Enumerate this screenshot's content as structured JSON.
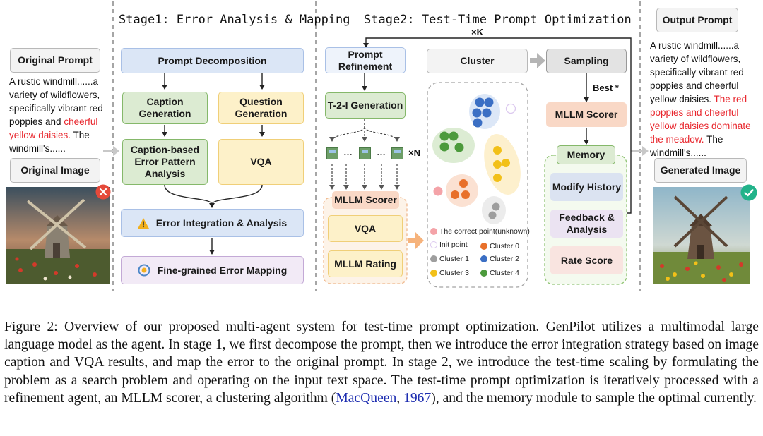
{
  "left": {
    "original_prompt_label": "Original Prompt",
    "original_prompt_text": "A rustic windmill......a variety of wildflowers, specifically vibrant red poppies and ",
    "original_prompt_red": "cheerful yellow daisies.",
    "original_prompt_tail": " The windmill's......",
    "original_image_label": "Original Image"
  },
  "stage1": {
    "title": "Stage1: Error Analysis & Mapping",
    "prompt_decomposition": "Prompt Decomposition",
    "caption_generation": "Caption Generation",
    "question_generation": "Question Generation",
    "caption_error": "Caption-based Error Pattern Analysis",
    "vqa": "VQA",
    "error_integration": "Error Integration & Analysis",
    "error_mapping": "Fine-grained Error Mapping"
  },
  "stage2": {
    "title": "Stage2: Test-Time Prompt Optimization",
    "loop_label": "×K",
    "prompt_refinement": "Prompt Refinement",
    "t2i": "T-2-I Generation",
    "times_n": "×N",
    "scorer_title": "MLLM Scorer",
    "scorer_vqa": "VQA",
    "scorer_rating": "MLLM Rating",
    "cluster": "Cluster",
    "sampling": "Sampling",
    "best": "Best *",
    "mllm_scorer": "MLLM Scorer",
    "memory": "Memory",
    "modify_history": "Modify History",
    "feedback": "Feedback & Analysis",
    "rate_score": "Rate Score",
    "legend": {
      "correct": "The correct point(unknown)",
      "init": "Init point",
      "c0": "Cluster 0",
      "c1": "Cluster 1",
      "c2": "Cluster 2",
      "c3": "Cluster 3",
      "c4": "Cluster 4"
    }
  },
  "right": {
    "output_prompt_label": "Output Prompt",
    "output_prompt_text": "A rustic windmill......a variety of wildflowers, specifically vibrant red poppies and cheerful yellow daisies. ",
    "output_prompt_red": "The red poppies and cheerful yellow daisies dominate the meadow.",
    "output_prompt_tail": " The windmill's......",
    "generated_image_label": "Generated Image"
  },
  "caption": {
    "main": "Figure 2: Overview of our proposed multi-agent system for test-time prompt optimization. GenPilot utilizes a multimodal large language model as the agent. In stage 1, we first decompose the prompt, then we introduce the error integration strategy based on image caption and VQA results, and map the error to the original prompt. In stage 2, we introduce the test-time scaling by formulating the problem as a search problem and operating on the input text space. The test-time prompt optimization is iteratively processed with a refinement agent, an MLLM scorer, a clustering algorithm (",
    "cite_author": "MacQueen",
    "cite_sep": ", ",
    "cite_year": "1967",
    "tail": "), and the memory module to sample the optimal currently."
  },
  "colors": {
    "red_text": "#e8262d",
    "cluster0": "#e8702a",
    "cluster1": "#9e9e9e",
    "cluster2": "#3b6fc4",
    "cluster3": "#f2c018",
    "cluster4": "#4c9a3c",
    "correct_point": "#f4a3a8",
    "init_point": "#dcc9ef"
  }
}
